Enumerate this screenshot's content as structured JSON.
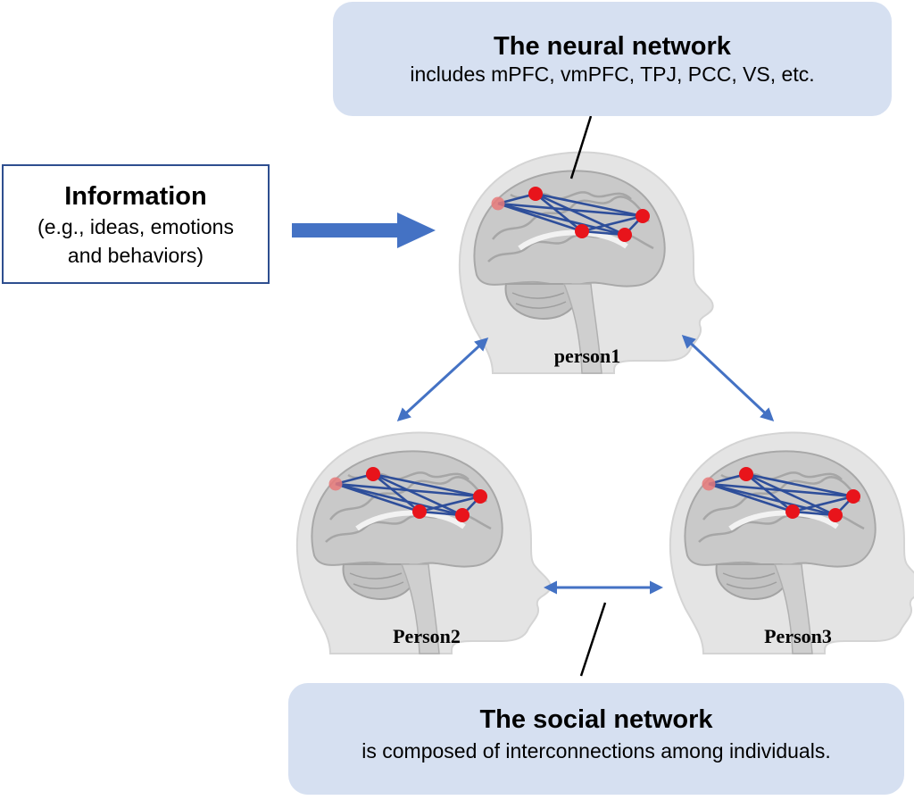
{
  "neural_network": {
    "title": "The neural network",
    "subtitle": "includes mPFC, vmPFC, TPJ, PCC, VS, etc."
  },
  "information": {
    "title": "Information",
    "line1": "(e.g., ideas, emotions",
    "line2": "and behaviors)"
  },
  "social_network": {
    "title": "The social network",
    "subtitle": "is composed of interconnections among individuals."
  },
  "persons": [
    {
      "label": "person1"
    },
    {
      "label": "Person2"
    },
    {
      "label": "Person3"
    }
  ],
  "colors": {
    "callout_fill": "#d6e0f1",
    "arrow": "#4472c4",
    "node": "#e8141b",
    "edge": "#2e4e9a",
    "head": "#e4e4e4",
    "brain": "#c9c9c9"
  },
  "icons": [
    "brain-head-icon"
  ]
}
